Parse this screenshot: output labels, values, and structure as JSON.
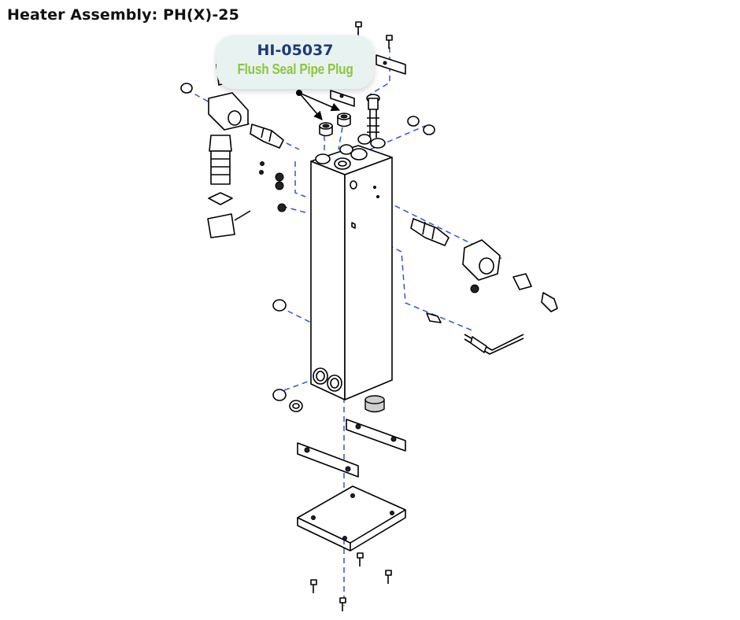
{
  "title": "Heater Assembly: PH(X)-25",
  "callout": {
    "part_number": "HI-05037",
    "description": "Flush Seal Pipe Plug"
  },
  "colors": {
    "title_text": "#111111",
    "part_number_text": "#1f3a78",
    "description_text": "#8cc63f",
    "callout_background": "#e8f3f1",
    "leader_lines": "#3b4fd6",
    "drawing_lines": "#000000"
  },
  "icons": [
    "heater-block",
    "pipe-plug",
    "solenoid-coil",
    "fitting",
    "bracket",
    "mounting-plate",
    "screw",
    "thermocouple",
    "pressure-switch"
  ]
}
